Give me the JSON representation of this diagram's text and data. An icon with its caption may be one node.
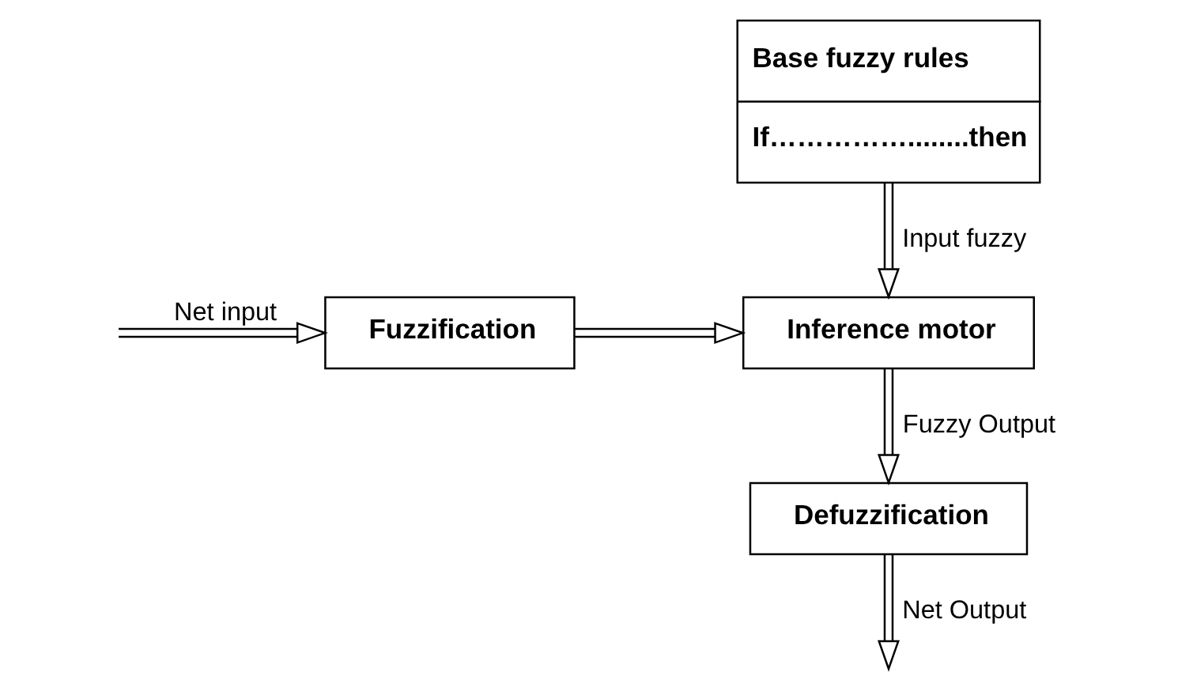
{
  "diagram": {
    "nodes": [
      {
        "text": [
          "Base fuzzy rules",
          "If……………........then"
        ]
      },
      {
        "text": [
          "Fuzzification"
        ]
      },
      {
        "text": [
          "Inference motor"
        ]
      },
      {
        "text": [
          "Defuzzification"
        ]
      }
    ],
    "edges": [
      {
        "from": null,
        "to": 1,
        "arrow": "to",
        "label": "Net input"
      },
      {
        "from": 1,
        "to": 2,
        "arrow": "to"
      },
      {
        "from": 0,
        "to": 2,
        "arrow": "to",
        "label": "Input fuzzy"
      },
      {
        "from": 2,
        "to": 3,
        "arrow": "to",
        "label": "Fuzzy Output"
      },
      {
        "from": 3,
        "to": null,
        "arrow": "to",
        "label": "Net Output"
      }
    ]
  }
}
